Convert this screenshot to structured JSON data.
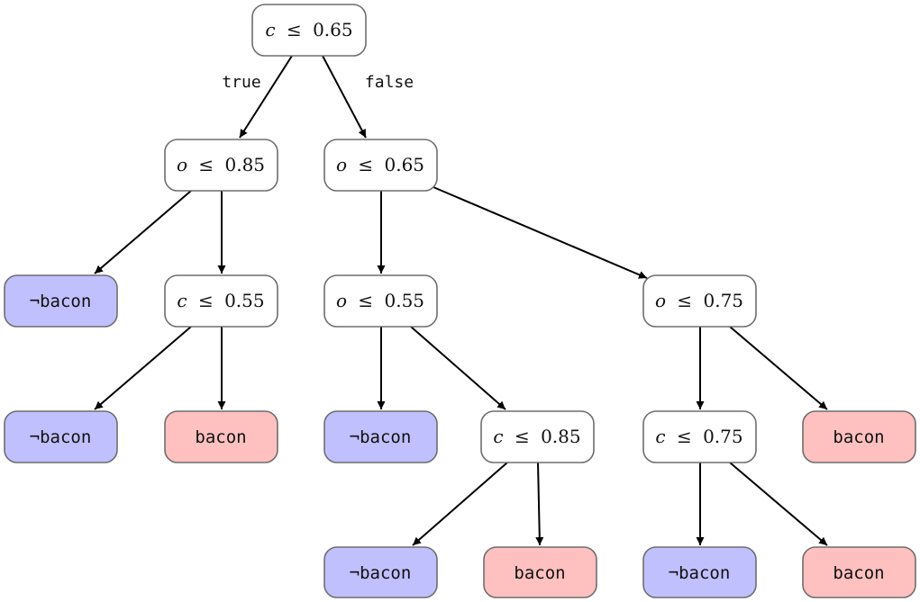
{
  "nodes": {
    "n0": {
      "kind": "decision",
      "var": "c",
      "op": "≤",
      "threshold": "0.65"
    },
    "n1": {
      "kind": "decision",
      "var": "o",
      "op": "≤",
      "threshold": "0.85"
    },
    "n2": {
      "kind": "decision",
      "var": "o",
      "op": "≤",
      "threshold": "0.65"
    },
    "n3": {
      "kind": "leaf",
      "label": "¬bacon"
    },
    "n4": {
      "kind": "decision",
      "var": "c",
      "op": "≤",
      "threshold": "0.55"
    },
    "n5": {
      "kind": "decision",
      "var": "o",
      "op": "≤",
      "threshold": "0.55"
    },
    "n6": {
      "kind": "decision",
      "var": "o",
      "op": "≤",
      "threshold": "0.75"
    },
    "n7": {
      "kind": "leaf",
      "label": "¬bacon"
    },
    "n8": {
      "kind": "leaf",
      "label": "bacon"
    },
    "n9": {
      "kind": "leaf",
      "label": "¬bacon"
    },
    "n10": {
      "kind": "decision",
      "var": "c",
      "op": "≤",
      "threshold": "0.85"
    },
    "n11": {
      "kind": "decision",
      "var": "c",
      "op": "≤",
      "threshold": "0.75"
    },
    "n12": {
      "kind": "leaf",
      "label": "bacon"
    },
    "n13": {
      "kind": "leaf",
      "label": "¬bacon"
    },
    "n14": {
      "kind": "leaf",
      "label": "bacon"
    },
    "n15": {
      "kind": "leaf",
      "label": "¬bacon"
    },
    "n16": {
      "kind": "leaf",
      "label": "bacon"
    }
  },
  "edge_labels": {
    "true_label": "true",
    "false_label": "false"
  },
  "colors": {
    "negative_leaf": "#c0c0ff",
    "positive_leaf": "#ffc0c0",
    "decision": "#ffffff"
  }
}
